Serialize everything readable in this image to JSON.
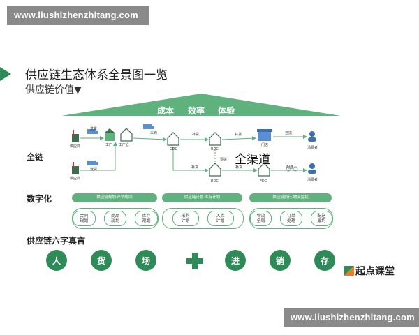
{
  "watermark": {
    "top": "www.liushizhenzhitang.com",
    "bottom": "www.liushizhenzhitang.com"
  },
  "title": "供应链生态体系全景图一览",
  "subtitle": "供应链价值▼",
  "roof": {
    "items": [
      "成本",
      "效率",
      "体验"
    ]
  },
  "rows": {
    "full": "全链",
    "digital": "数字化",
    "six": "供应链六字真言"
  },
  "nodes": {
    "supplier_top": "供应商",
    "supplier_bottom": "供应商",
    "deliver_top": "送货",
    "deliver_bottom": "送货",
    "factory": "工厂",
    "factory_warehouse": "工厂仓",
    "purchase": "采购",
    "cdc": "CDC",
    "replenish1": "补货",
    "rdc_top": "RDC",
    "replenish2": "补货",
    "store": "门店",
    "pickup": "自提",
    "consumer_top": "消费者",
    "replenish3": "补货",
    "transfer": "调拨",
    "rdc_bottom": "RDC",
    "replenish4": "补货",
    "fdc": "FDC",
    "delivery": "配送",
    "consumer_bottom": "消费者",
    "omnichannel": "全渠道"
  },
  "digital_bars": [
    "供应链规划·产销协同",
    "供应链计划·库存计划",
    "供应链执行·物流监控"
  ],
  "groups": [
    [
      "合同\n规划",
      "商品\n规划",
      "库存\n规划"
    ],
    [
      "采购\n计划",
      "入库\n计划"
    ],
    [
      "物流\n全局",
      "订单\n处理",
      "配送\n履约"
    ]
  ],
  "six_words_left": [
    "人",
    "货",
    "场"
  ],
  "six_words_right": [
    "进",
    "销",
    "存"
  ],
  "logo": "起点课堂",
  "colors": {
    "accent": "#2e8b57",
    "light": "#5fb27d",
    "roof": "#5fb27d"
  }
}
